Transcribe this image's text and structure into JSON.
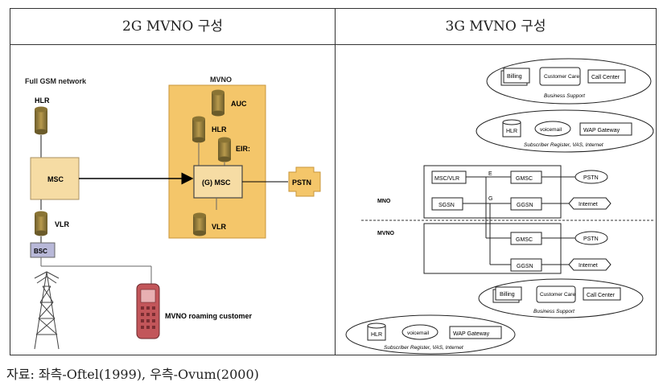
{
  "table": {
    "header_left": "2G MVNO 구성",
    "header_right": "3G MVNO 구성"
  },
  "left": {
    "full_gsm_label": "Full GSM network",
    "mvno_label": "MVNO",
    "hlr": "HLR",
    "msc": "MSC",
    "vlr": "VLR",
    "bsc": "BSC",
    "auc": "AUC",
    "mvno_hlr": "HLR",
    "eir": "EIR:",
    "gmsc": "(G) MSC",
    "mvno_vlr": "VLR",
    "pstn": "PSTN",
    "roaming": "MVNO roaming customer"
  },
  "right": {
    "top": {
      "billing": "Billing",
      "customer_care": "Customer Care",
      "call_center": "Call Center",
      "business_support": "Business Support",
      "hlr": "HLR",
      "voicemail": "voicemail",
      "wap": "WAP Gateway",
      "subscriber": "Subscriber Register, VAS, Internet"
    },
    "mno_label": "MNO",
    "mvno_label": "MVNO",
    "msc_vlr": "MSC/VLR",
    "e": "E",
    "g": "G",
    "mno_gmsc": "GMSC",
    "mno_pstn": "PSTN",
    "sgsn": "SGSN",
    "mno_ggsn": "GGSN",
    "mno_internet": "Internet",
    "mvno_gmsc": "GMSC",
    "mvno_pstn": "PSTN",
    "mvno_ggsn": "GGSN",
    "mvno_internet": "Internet",
    "bottom": {
      "billing": "Billing",
      "customer_care": "Customer Care",
      "call_center": "Call Center",
      "business_support": "Business Support",
      "hlr": "HLR",
      "voicemail": "voicemail",
      "wap": "WAP Gateway",
      "subscriber": "Subscriber Register, VAS, Internet"
    }
  },
  "caption": "자료: 좌측-Oftel(1999), 우측-Ovum(2000)"
}
